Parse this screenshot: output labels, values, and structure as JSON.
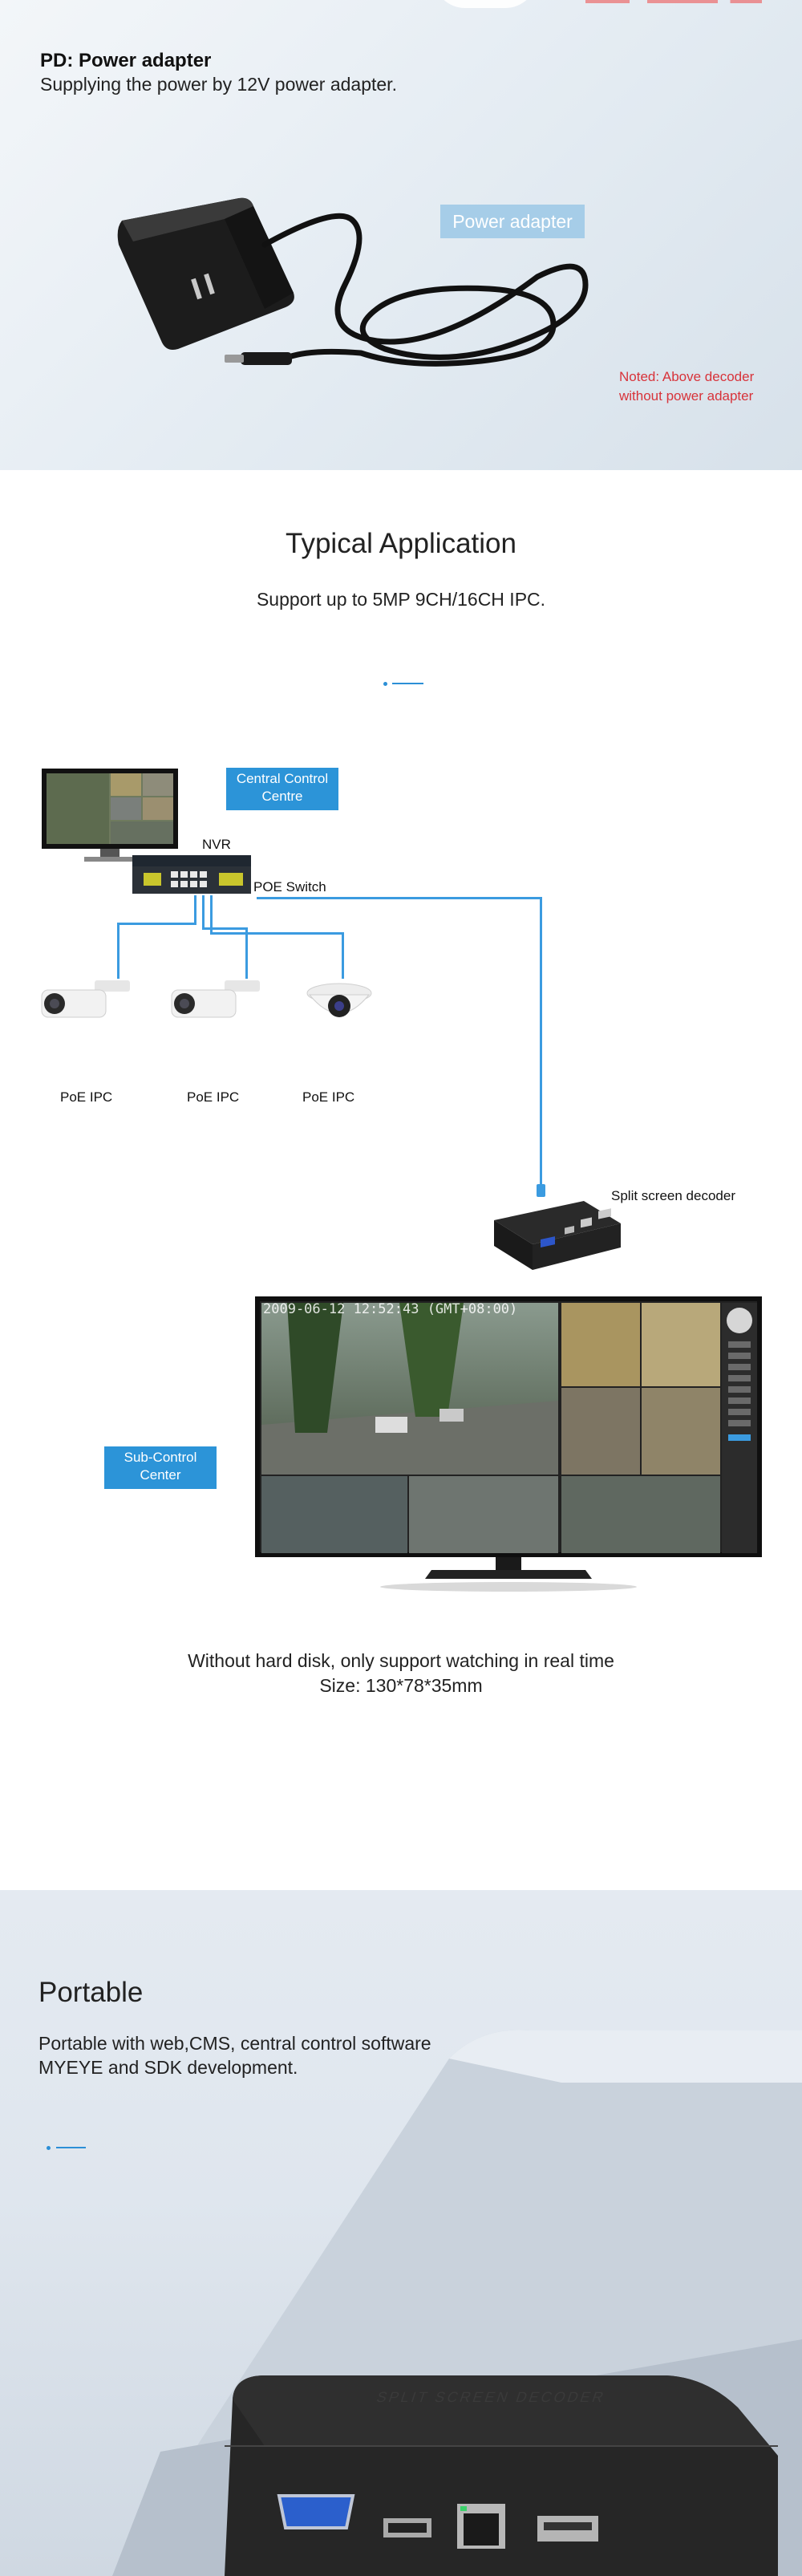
{
  "power_section": {
    "title": "PD: Power adapter",
    "description": "Supplying the power by 12V power adapter.",
    "label": "Power adapter",
    "note_line1": "Noted: Above decoder",
    "note_line2": "without power adapter"
  },
  "application_section": {
    "title": "Typical Application",
    "subtitle": "Support up to 5MP 9CH/16CH IPC.",
    "diagram": {
      "central_tag_line1": "Central Control",
      "central_tag_line2": "Centre",
      "nvr_label": "NVR",
      "poe_switch_label": "POE Switch",
      "ipc_labels": [
        "PoE IPC",
        "PoE IPC",
        "PoE IPC"
      ],
      "decoder_label": "Split screen decoder",
      "sub_tag_line1": "Sub-Control",
      "sub_tag_line2": "Center",
      "monitor_timestamp": "2009-06-12 12:52:43 (GMT+08:00)"
    },
    "footer_line1": "Without hard disk, only support watching in real time",
    "footer_line2": "Size: 130*78*35mm"
  },
  "portable_section": {
    "title": "Portable",
    "line1": "Portable with web,CMS, central control software",
    "line2": "MYEYE and SDK development.",
    "device_text": "SPLIT SCREEN DECODER"
  },
  "colors": {
    "accent_blue": "#2c94d8",
    "label_blue_light": "#a6cde8",
    "note_red": "#d8333a"
  }
}
